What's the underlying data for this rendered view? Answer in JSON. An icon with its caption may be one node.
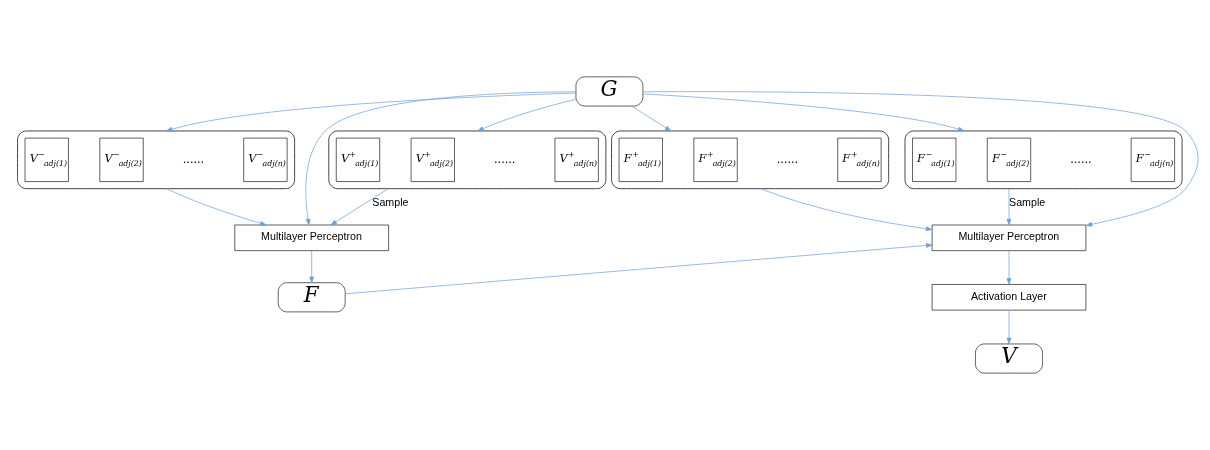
{
  "diagram": {
    "nodes": [
      {
        "text": [
          "G"
        ]
      },
      {
        "text": [],
        "shape": "box"
      },
      {
        "text": [
          "V$^{+}$$_{adj(1)}$"
        ],
        "in": 1
      },
      {
        "text": [
          "V$^{+}$$_{adj(2)}$"
        ],
        "in": 1
      },
      {
        "text": [
          "V$^{+}$$_{adj(n)}$"
        ],
        "in": 1
      },
      {
        "text": [],
        "shape": "box"
      },
      {
        "text": [
          "V$^{−}$$_{adj(1)}$"
        ],
        "in": 5
      },
      {
        "text": [
          "V$^{−}$$_{adj(2)}$"
        ],
        "in": 5
      },
      {
        "text": [
          "V$^{−}$$_{adj(n)}$"
        ],
        "in": 5
      },
      {
        "text": [],
        "shape": "box"
      },
      {
        "text": [
          "F$^{+}$$_{adj(1)}$"
        ],
        "in": 9
      },
      {
        "text": [
          "F$^{+}$$_{adj(2)}$"
        ],
        "in": 9
      },
      {
        "text": [
          "F$^{+}$$_{adj(n)}$"
        ],
        "in": 9
      },
      {
        "text": [],
        "shape": "box"
      },
      {
        "text": [
          "F$^{−}$$_{adj(1)}$"
        ],
        "in": 13
      },
      {
        "text": [
          "F$^{−}$$_{adj(2)}$"
        ],
        "in": 13
      },
      {
        "text": [
          "F$^{−}$$_{adj(n)}$"
        ],
        "in": 13
      },
      {
        "text": [
          "Multilayer Perceptron"
        ]
      },
      {
        "text": [
          "Multilayer Perceptron"
        ]
      },
      {
        "text": [
          "F"
        ]
      },
      {
        "text": [
          "Activation Layer"
        ]
      },
      {
        "text": [
          "V"
        ]
      }
    ],
    "edges": [
      {
        "from": 0,
        "to": 1,
        "arrow": "to"
      },
      {
        "from": 0,
        "to": 5,
        "arrow": "to"
      },
      {
        "from": 0,
        "to": 9,
        "arrow": "to"
      },
      {
        "from": 0,
        "to": 13,
        "arrow": "to"
      },
      {
        "from": 1,
        "to": 17,
        "arrow": "to",
        "label": "Sample"
      },
      {
        "from": 5,
        "to": 17,
        "arrow": "to"
      },
      {
        "from": 9,
        "to": 18,
        "arrow": "to"
      },
      {
        "from": 13,
        "to": 18,
        "arrow": "to",
        "label": "Sample"
      },
      {
        "from": 0,
        "to": 17,
        "arrow": "to"
      },
      {
        "from": 0,
        "to": 18,
        "arrow": "to"
      },
      {
        "from": 17,
        "to": 19,
        "arrow": "to"
      },
      {
        "from": 19,
        "to": 18,
        "arrow": "to"
      },
      {
        "from": 18,
        "to": 20,
        "arrow": "to"
      },
      {
        "from": 20,
        "to": 21,
        "arrow": "to"
      }
    ],
    "labels": [
      "......",
      "......",
      "......",
      "......"
    ]
  }
}
